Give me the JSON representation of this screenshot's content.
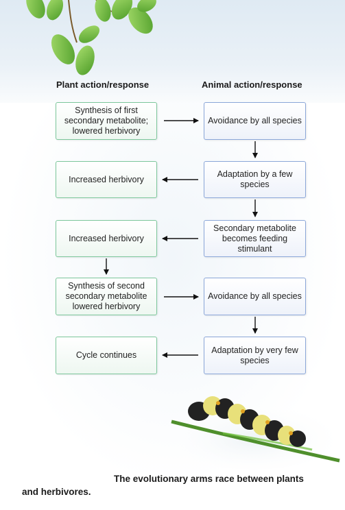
{
  "headers": {
    "plant": "Plant action/response",
    "animal": "Animal action/response"
  },
  "plant_boxes": [
    "Synthesis of first secondary metabolite; lowered herbivory",
    "Increased herbivory",
    "Increased herbivory",
    "Synthesis of second secondary metabolite lowered herbivory",
    "Cycle continues"
  ],
  "animal_boxes": [
    "Avoidance by all species",
    "Adaptation by a few species",
    "Secondary metabolite becomes feeding stimulant",
    "Avoidance by all species",
    "Adaptation by very few species"
  ],
  "caption": {
    "line1": "The evolutionary arms race between plants",
    "line2": "and herbivores."
  },
  "colors": {
    "plant_border": "#7bc69a",
    "animal_border": "#8aa6d8",
    "leaf": "#6fbf3a"
  },
  "icons": [
    "leaves-illustration",
    "caterpillar-illustration"
  ]
}
